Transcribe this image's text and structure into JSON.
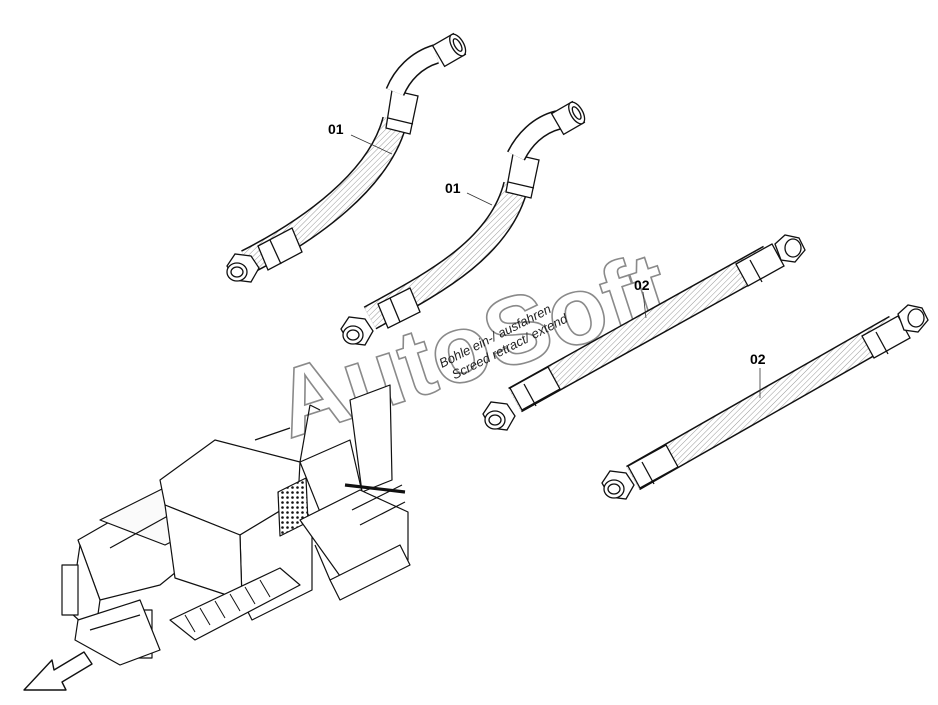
{
  "watermark": "AutoSoft",
  "annotation": {
    "line1": "Bohle ein-/ ausfahren",
    "line2": "Screed retract/ extend"
  },
  "callouts": {
    "hose_1a": "01",
    "hose_1b": "01",
    "hose_2a": "02",
    "hose_2b": "02"
  },
  "icons": {
    "direction_arrow": "travel-direction-arrow-icon"
  }
}
